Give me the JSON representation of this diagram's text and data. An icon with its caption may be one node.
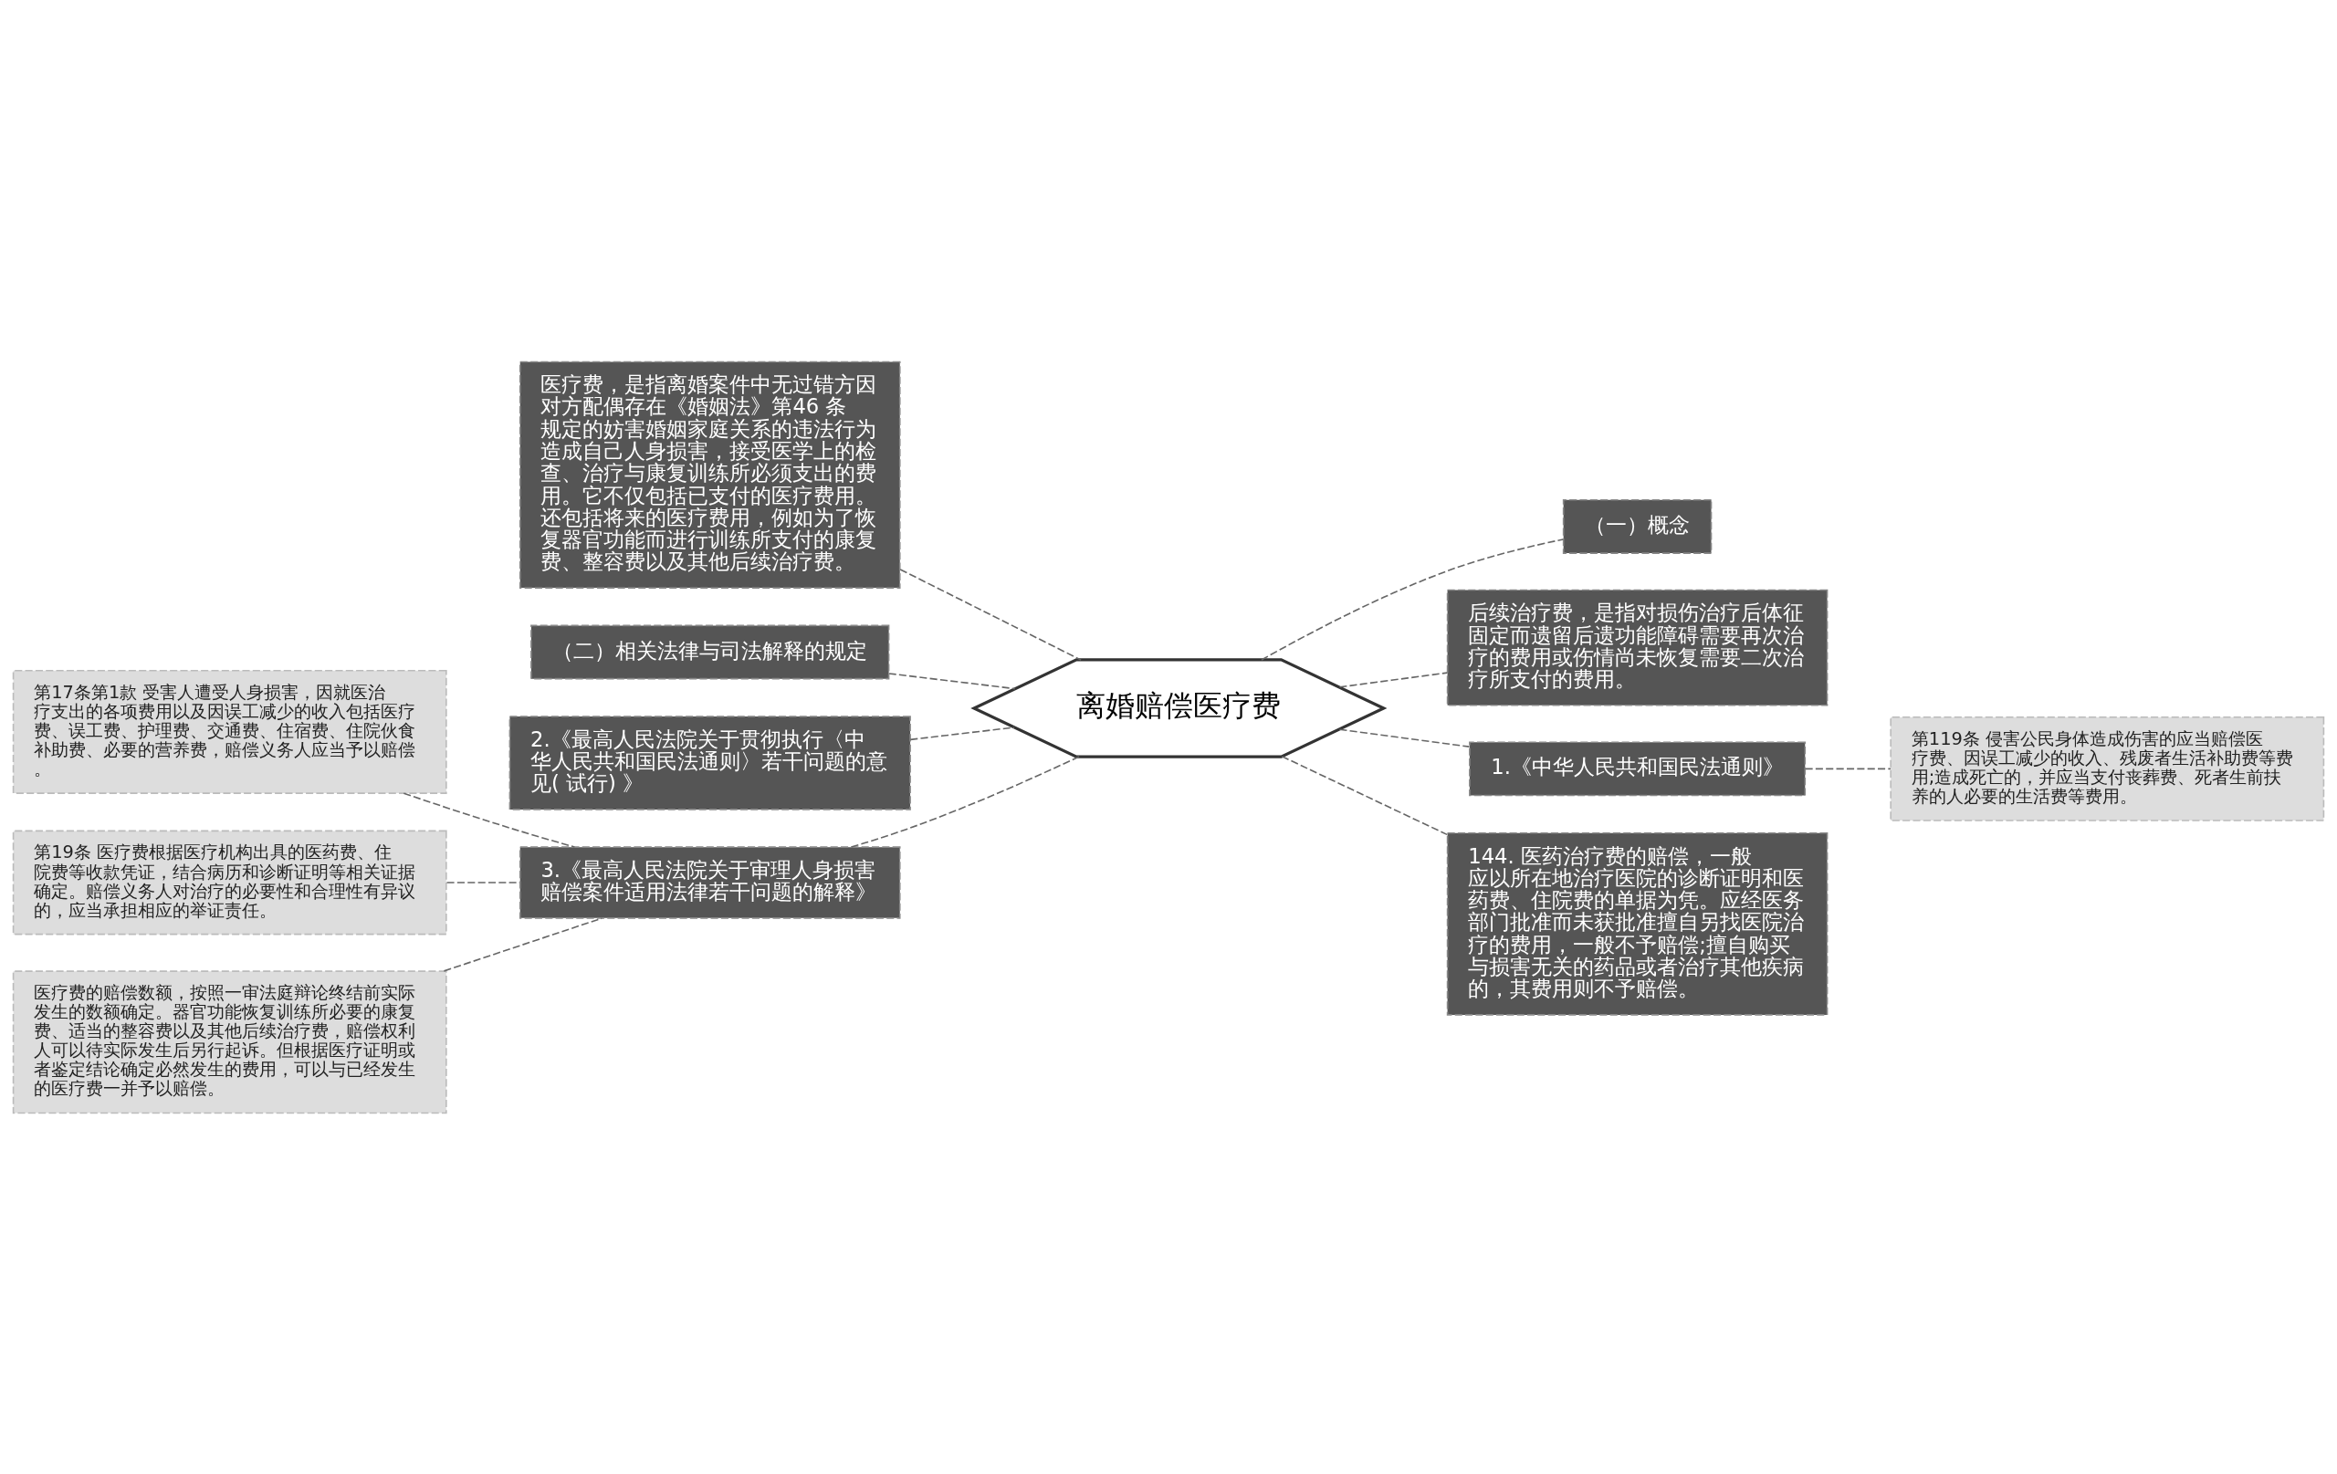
{
  "diagram": {
    "nodes": [
      {
        "text": [
          "离婚赔偿医疗费"
        ]
      },
      {
        "text": [
          "医疗费，是指离婚案件中无过错方因对方配偶存在《婚姻法》第46 条规定的妨害婚姻家庭关系的违法行为造成自己人身损害，接受医学上的检查、治疗与康复训练所必须支出的费用。它不仅包括已支付的医疗费用。还包括将来的医疗费用，例如为了恢复器官功能而进行训练所支付的康复费、整容费以及其他后续治疗费。"
        ]
      },
      {
        "text": [
          "（二）相关法律与司法解释的规定"
        ]
      },
      {
        "text": [
          "2.《最高人民法院关于贯彻执行〈中华人民共和国民法通则〉若干问题的意见( 试行) 》"
        ]
      },
      {
        "text": [
          "3.《最高人民法院关于审理人身损害赔偿案件适用法律若干问题的解释》"
        ]
      },
      {
        "text": [
          "第17条第1款 受害人遭受人身损害，因就医治疗支出的各项费用以及因误工减少的收入包括医疗费、误工费、护理费、交通费、住宿费、住院伙食补助费、必要的营养费，赔偿义务人应当予以赔偿。"
        ]
      },
      {
        "text": [
          "第19条 医疗费根据医疗机构出具的医药费、住院费等收款凭证，结合病历和诊断证明等相关证据确定。赔偿义务人对治疗的必要性和合理性有异议的，应当承担相应的举证责任。"
        ]
      },
      {
        "text": [
          "医疗费的赔偿数额，按照一审法庭辩论终结前实际发生的数额确定。器官功能恢复训练所必要的康复费、适当的整容费以及其他后续治疗费，赔偿权利人可以待实际发生后另行起诉。但根据医疗证明或者鉴定结论确定必然发生的费用，可以与已经发生的医疗费一并予以赔偿。"
        ]
      },
      {
        "text": [
          "（一）概念"
        ]
      },
      {
        "text": [
          "后续治疗费，是指对损伤治疗后体征固定而遗留后遗功能障碍需要再次治疗的费用或伤情尚未恢复需要二次治疗所支付的费用。"
        ]
      },
      {
        "text": [
          "1.《中华人民共和国民法通则》"
        ]
      },
      {
        "text": [
          "第119条 侵害公民身体造成伤害的应当赔偿医疗费、因误工减少的收入、残废者生活补助费等费用;造成死亡的，并应当支付丧葬费、死者生前扶养的人必要的生活费等费用。"
        ]
      },
      {
        "text": [
          "144. 医药治疗费的赔偿，一般应以所在地治疗医院的诊断证明和医药费、住院费的单据为凭。应经医务部门批准而未获批准擅自另找医院治疗的费用，一般不予赔偿;擅自购买与损害无关的药品或者治疗其他疾病的，其费用则不予赔偿。"
        ]
      }
    ],
    "edges": [
      {
        "from": 0,
        "to": 1,
        "arrow": "none",
        "style": "dashed"
      },
      {
        "from": 0,
        "to": 2,
        "arrow": "none",
        "style": "dashed"
      },
      {
        "from": 0,
        "to": 3,
        "arrow": "none",
        "style": "dashed"
      },
      {
        "from": 0,
        "to": 4,
        "arrow": "none",
        "style": "dashed"
      },
      {
        "from": 4,
        "to": 5,
        "arrow": "none",
        "style": "dashed"
      },
      {
        "from": 4,
        "to": 6,
        "arrow": "none",
        "style": "dashed"
      },
      {
        "from": 4,
        "to": 7,
        "arrow": "none",
        "style": "dashed"
      },
      {
        "from": 0,
        "to": 8,
        "arrow": "none",
        "style": "dashed"
      },
      {
        "from": 0,
        "to": 9,
        "arrow": "none",
        "style": "dashed"
      },
      {
        "from": 0,
        "to": 10,
        "arrow": "none",
        "style": "dashed"
      },
      {
        "from": 10,
        "to": 11,
        "arrow": "none",
        "style": "dashed"
      },
      {
        "from": 0,
        "to": 12,
        "arrow": "none",
        "style": "dashed"
      }
    ]
  }
}
